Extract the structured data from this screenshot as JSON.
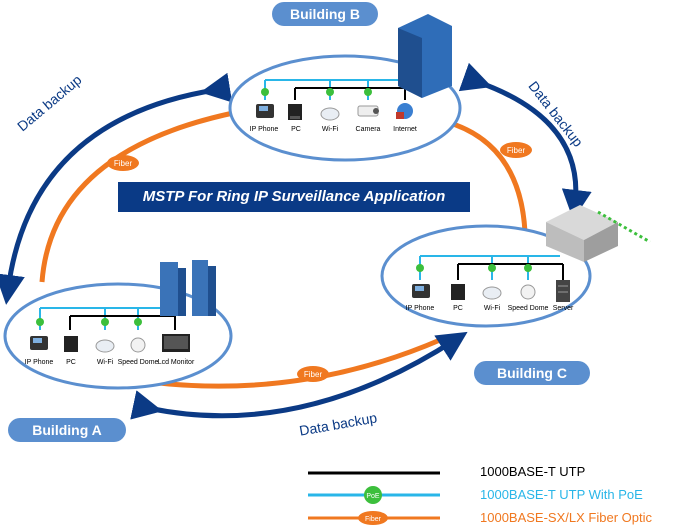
{
  "title": "MSTP For Ring IP Surveillance Application",
  "buildings": {
    "a": {
      "name": "Building A",
      "devices": [
        "IP Phone",
        "PC",
        "Wi-Fi",
        "Speed Dome",
        "Lcd Monitor"
      ]
    },
    "b": {
      "name": "Building B",
      "devices": [
        "IP Phone",
        "PC",
        "Wi-Fi",
        "Camera",
        "Internet"
      ]
    },
    "c": {
      "name": "Building C",
      "devices": [
        "IP Phone",
        "PC",
        "Wi-Fi",
        "Speed Dome",
        "Server"
      ]
    }
  },
  "fiber_tag": "Fiber",
  "poe_tag": "PoE",
  "backup_label": "Data backup",
  "legend": [
    {
      "label": "1000BASE-T  UTP",
      "color": "#000000"
    },
    {
      "label": "1000BASE-T  UTP With PoE",
      "color": "#29b6e8"
    },
    {
      "label": "1000BASE-SX/LX  Fiber Optic",
      "color": "#f07820"
    }
  ],
  "colors": {
    "fiber": "#f07820",
    "poe": "#29b6e8",
    "utp": "#000000",
    "arrow": "#0b3a85",
    "ellipse": "#5b8fcf",
    "title_bg": "#0a3a86"
  }
}
